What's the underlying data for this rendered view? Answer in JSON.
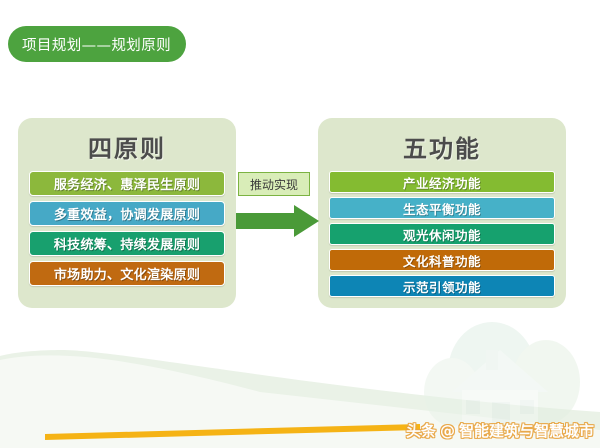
{
  "slide": {
    "title": "项目规划——规划原则",
    "background_color": "#ffffff",
    "accent_color": "#4da33f",
    "panel_color": "#dde7cc"
  },
  "principles_panel": {
    "heading": "四原则",
    "items": [
      {
        "label": "服务经济、惠泽民生原则",
        "color": "#8cb83c"
      },
      {
        "label": "多重效益，协调发展原则",
        "color": "#46a9c6"
      },
      {
        "label": "科技统筹、持续发展原则",
        "color": "#18a06e"
      },
      {
        "label": "市场助力、文化渲染原则",
        "color": "#c06a11"
      }
    ]
  },
  "functions_panel": {
    "heading": "五功能",
    "items": [
      {
        "label": "产业经济功能",
        "color": "#84bb31"
      },
      {
        "label": "生态平衡功能",
        "color": "#46b1c8"
      },
      {
        "label": "观光休闲功能",
        "color": "#16a16e"
      },
      {
        "label": "文化科普功能",
        "color": "#c06a08"
      },
      {
        "label": "示范引领功能",
        "color": "#0d85b5"
      }
    ]
  },
  "connector": {
    "label": "推动实现",
    "arrow_color": "#4a9a38",
    "label_fill": "#d9edb8",
    "label_border": "#7cb342",
    "arrow_icon": "arrow-right-icon"
  },
  "decor": {
    "swoosh_color": "#e7f0e6",
    "underline_color": "#f5b315",
    "house_illustration": "house-tree-illustration"
  },
  "watermark": {
    "source": "头条",
    "at": "@",
    "account": "智能建筑与智慧城市",
    "color": "#e8a33d"
  }
}
